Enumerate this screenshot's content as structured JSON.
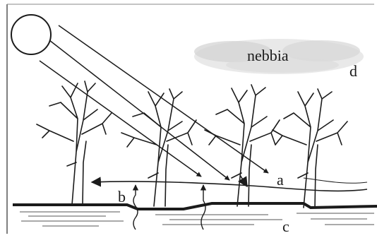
{
  "labels": {
    "fog": "nebbia",
    "a": "a",
    "b": "b",
    "c": "c",
    "d": "d"
  },
  "colors": {
    "ink": "#1b1b1b",
    "fog": "#bdbdbd",
    "frame": "#555555"
  }
}
